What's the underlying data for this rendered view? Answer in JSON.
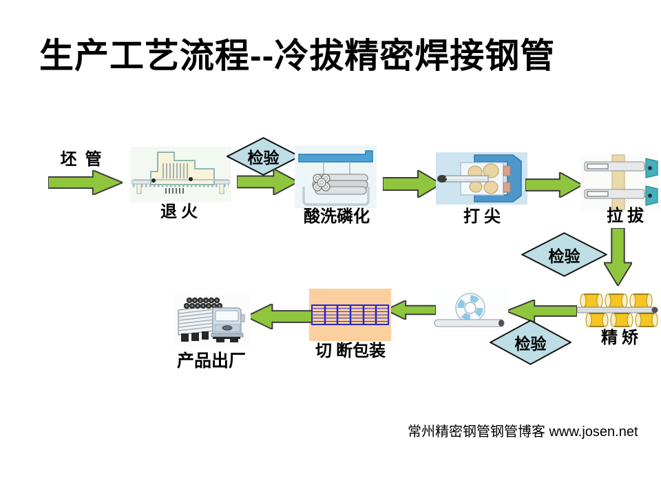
{
  "slide": {
    "title": "生产工艺流程--冷拔精密焊接钢管",
    "footer": "常州精密钢管钢管博客 www.josen.net"
  },
  "flow": {
    "input_label": "坯 管",
    "inspection_label": "检验",
    "steps": {
      "annealing": "退 火",
      "pickling": "酸洗磷化",
      "pointing": "打 尖",
      "drawing": "拉 拔",
      "straightening": "精 矫",
      "cutting_packing": "切 断包装",
      "shipping": "产品出厂"
    }
  },
  "colors": {
    "arrow_green": "#8fc63e",
    "arrow_stroke": "#3c3c3c",
    "diamond_fill": "#bddee4",
    "diamond_stroke": "#141414",
    "packing_fill": "#fbcf9e",
    "grid_blue": "#2727cd"
  }
}
